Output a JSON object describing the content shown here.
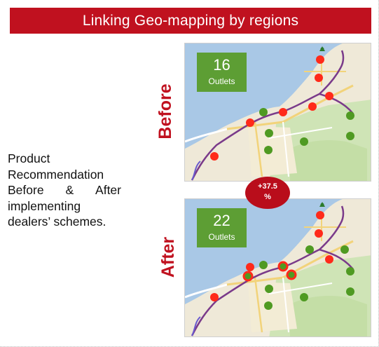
{
  "title": "Linking Geo-mapping by regions",
  "description": [
    "Product",
    "Recommendation",
    "Before & After",
    "implementing",
    "dealers’ schemes."
  ],
  "panels": {
    "before": {
      "side_label": "Before",
      "count": "16",
      "count_label": "Outlets"
    },
    "after": {
      "side_label": "After",
      "count": "22",
      "count_label": "Outlets"
    }
  },
  "change": {
    "value": "+37.5",
    "unit": "%"
  },
  "colors": {
    "brand_red": "#c0111f",
    "badge_green": "#5d9e34",
    "outlet_red": "#ff2a1a",
    "outlet_green": "#4f9a22",
    "route": "#7a3a8a"
  }
}
